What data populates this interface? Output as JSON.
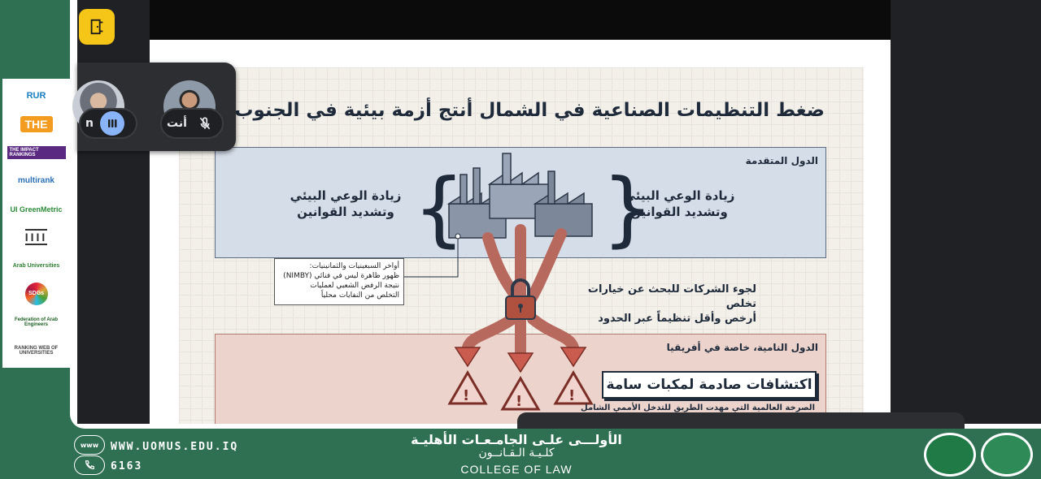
{
  "participants": {
    "self_label": "أنت",
    "other_label": "n"
  },
  "slide": {
    "title": "ضغط التنظيمات الصناعية في الشمال أنتج أزمة بيئية في الجنوب العالمي",
    "developed_label": "الدول المتقدمة",
    "awareness_line1": "زيادة الوعي البيئي",
    "awareness_line2": "وتشديد القوانين",
    "note_line1": "أواخر السبعينيات والثمانينيات:",
    "note_line2": "ظهور ظاهرة ليس في فنائي (NIMBY)",
    "note_line3": "نتيجة الرفض الشعبي لعمليات",
    "note_line4": "التخلص من النفايات محلياً",
    "companies_line1": "لجوء الشركات للبحث عن خيارات تخلص",
    "companies_line2": "أرخص وأقل تنظيماً عبر الحدود",
    "developing_label": "الدول النامية، خاصة في أفريقيا",
    "toxic_title": "اكتشافات صادمة لمكبات سامة",
    "bottom_text": "الصرخة العالمية التي مهدت الطريق للتدخل الأممي الشامل"
  },
  "logos": [
    "RUR",
    "THE",
    "THE IMPACT RANKINGS",
    "multirank",
    "UI GreenMetric",
    "IIII",
    "Arab Universities",
    "SDGs",
    "Federation of Arab Engineers",
    "RANKING WEB OF UNIVERSITIES"
  ],
  "footer": {
    "website": "WWW.UOMUS.EDU.IQ",
    "phone": "6163",
    "www_icon": "www",
    "arabic_line1": "الأولـــى علـى الجامـعـات الأهليـة",
    "arabic_line2": "كلـيـة الـقـانــون",
    "english_line": "COLLEGE OF LAW"
  },
  "colors": {
    "brand_green": "#2f6f52",
    "leave_yellow": "#f5c518",
    "meet_dark": "#202124",
    "arrow_red": "#c95b4f"
  },
  "icons": [
    "door-exit-icon",
    "mic-off-icon",
    "audio-level-icon",
    "globe-icon",
    "phone-icon",
    "padlock-icon",
    "factory-icon",
    "warning-icon"
  ]
}
